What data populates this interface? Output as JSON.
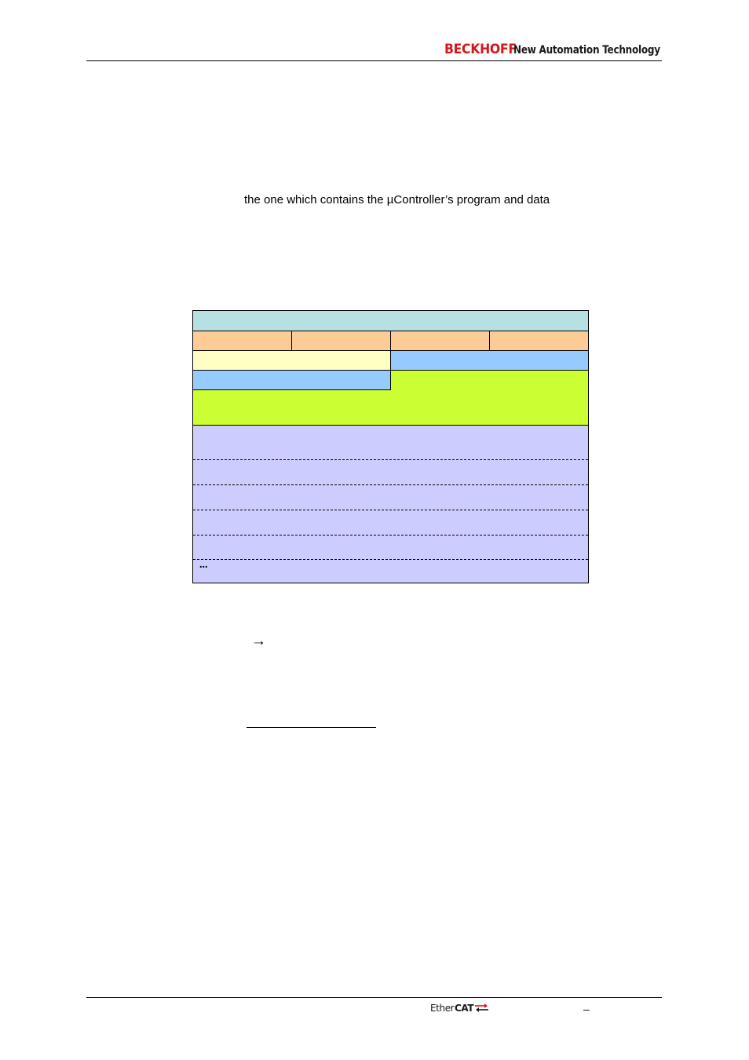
{
  "header": {
    "brand": "BECKHOFF",
    "tagline": "New Automation Technology",
    "brand_color": "#d6161b"
  },
  "body": {
    "line1": "the one which contains the µController’s program and data",
    "arrow": "→"
  },
  "memory_map": {
    "ellipsis": "...",
    "colors": {
      "top_row": "#b6e0e2",
      "quarter_cells": "#fdcb96",
      "yellow_cell": "#ffffc4",
      "blue_cells": "#97cbff",
      "green_block": "#ccff33",
      "lavender_block": "#ccccff"
    }
  },
  "footer": {
    "ethercat_prefix": "Ether",
    "ethercat_suffix": "CAT",
    "dash": "–"
  }
}
